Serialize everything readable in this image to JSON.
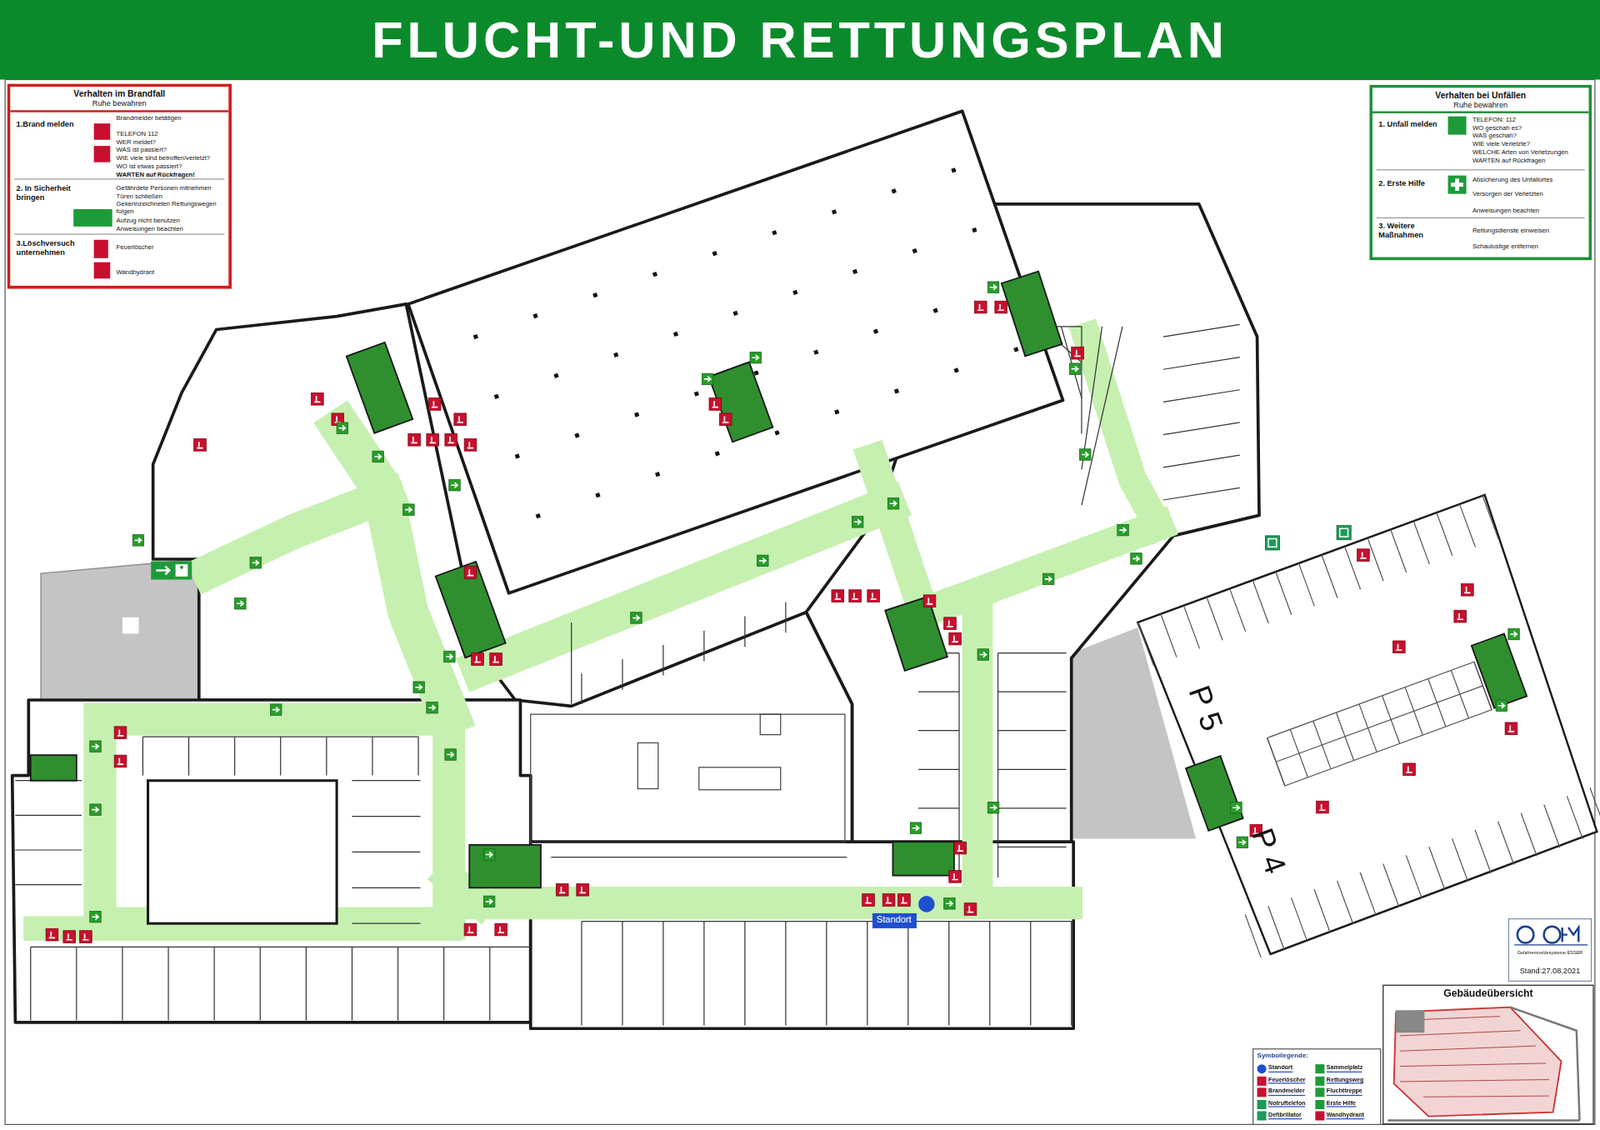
{
  "diagram": {
    "title": "FLUCHT-UND RETTUNGSPLAN",
    "nodes": [
      {
        "text": [
          "Verhalten im Brandfall",
          "Ruhe bewahren",
          "1.Brand melden",
          "Brandmelder betätigen",
          "TELEFON 112",
          "WER meldet?",
          "WAS ist passiert?",
          "WIE viele sind betroffen/verletzt?",
          "WO ist etwas passiert?",
          "WARTEN auf Rückfragen!",
          "2. In Sicherheit bringen",
          "Gefährdete Personen mitnehmen",
          "Türen schließen",
          "Gekennzeichneten Rettungswegen folgen",
          "Aufzug nicht benutzen",
          "Anweisungen beachten",
          "3.Löschversuch unternehmen",
          "Feuerlöscher",
          "Wandhydrant"
        ]
      },
      {
        "text": [
          "Verhalten bei Unfällen",
          "Ruhe bewahren",
          "1. Unfall melden",
          "TELEFON: 112",
          "WO geschah es?",
          "WAS geschah?",
          "WIE viele Verletzte?",
          "WELCHE Arten von Verletzungen",
          "WARTEN auf Rückfragen",
          "2. Erste Hilfe",
          "Absicherung des Unfallortes",
          "Versorgen der Verletzten",
          "Anweisungen beachten",
          "3. Weitere Maßnahmen",
          "Rettungsdienste einweisen",
          "Schaulustige entfernen"
        ]
      },
      {
        "text": [
          "Standort"
        ]
      },
      {
        "text": [
          "Gebäudeübersicht"
        ]
      },
      {
        "text": [
          "Gefahrenmeldesysteme ESSER",
          "Stand:27.08.2021"
        ]
      }
    ],
    "labels": [
      "P 5",
      "P 4",
      "Symbollegende:"
    ],
    "legend": [
      {
        "text": "Standort"
      },
      {
        "text": "Sammelplatz"
      },
      {
        "text": "Feuerlöscher"
      },
      {
        "text": "Rettungsweg"
      },
      {
        "text": "Brandmelder"
      },
      {
        "text": "Fluchttreppe"
      },
      {
        "text": "Notruftelefon"
      },
      {
        "text": "Erste Hilfe"
      },
      {
        "text": "Defibrillator"
      },
      {
        "text": "Wandhydrant"
      }
    ]
  }
}
